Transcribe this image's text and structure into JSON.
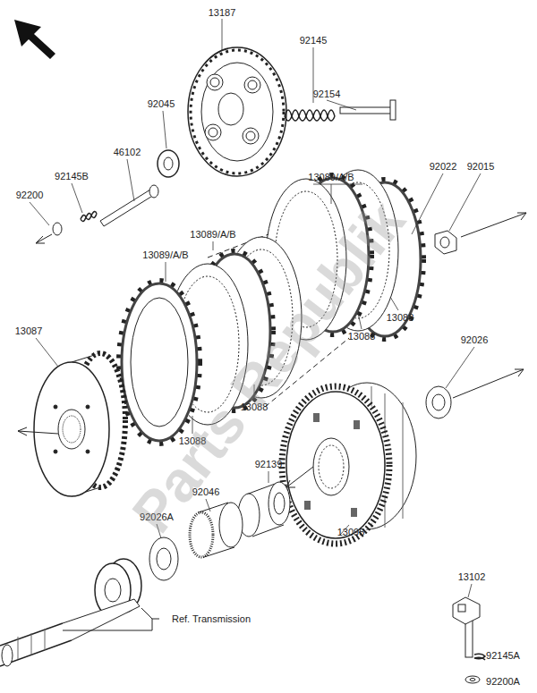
{
  "diagram": {
    "labels": [
      "13187",
      "92145",
      "92154",
      "92045",
      "46102",
      "92145B",
      "92200",
      "13089/A/B",
      "92022",
      "92015",
      "13089/A/B",
      "13089/A/B",
      "13088",
      "13088",
      "13087",
      "92026",
      "13088",
      "13088",
      "92139",
      "92046",
      "92026A",
      "13095",
      "13102",
      "Ref. Transmission",
      "92145A",
      "92200A",
      "Parts Republik"
    ]
  }
}
